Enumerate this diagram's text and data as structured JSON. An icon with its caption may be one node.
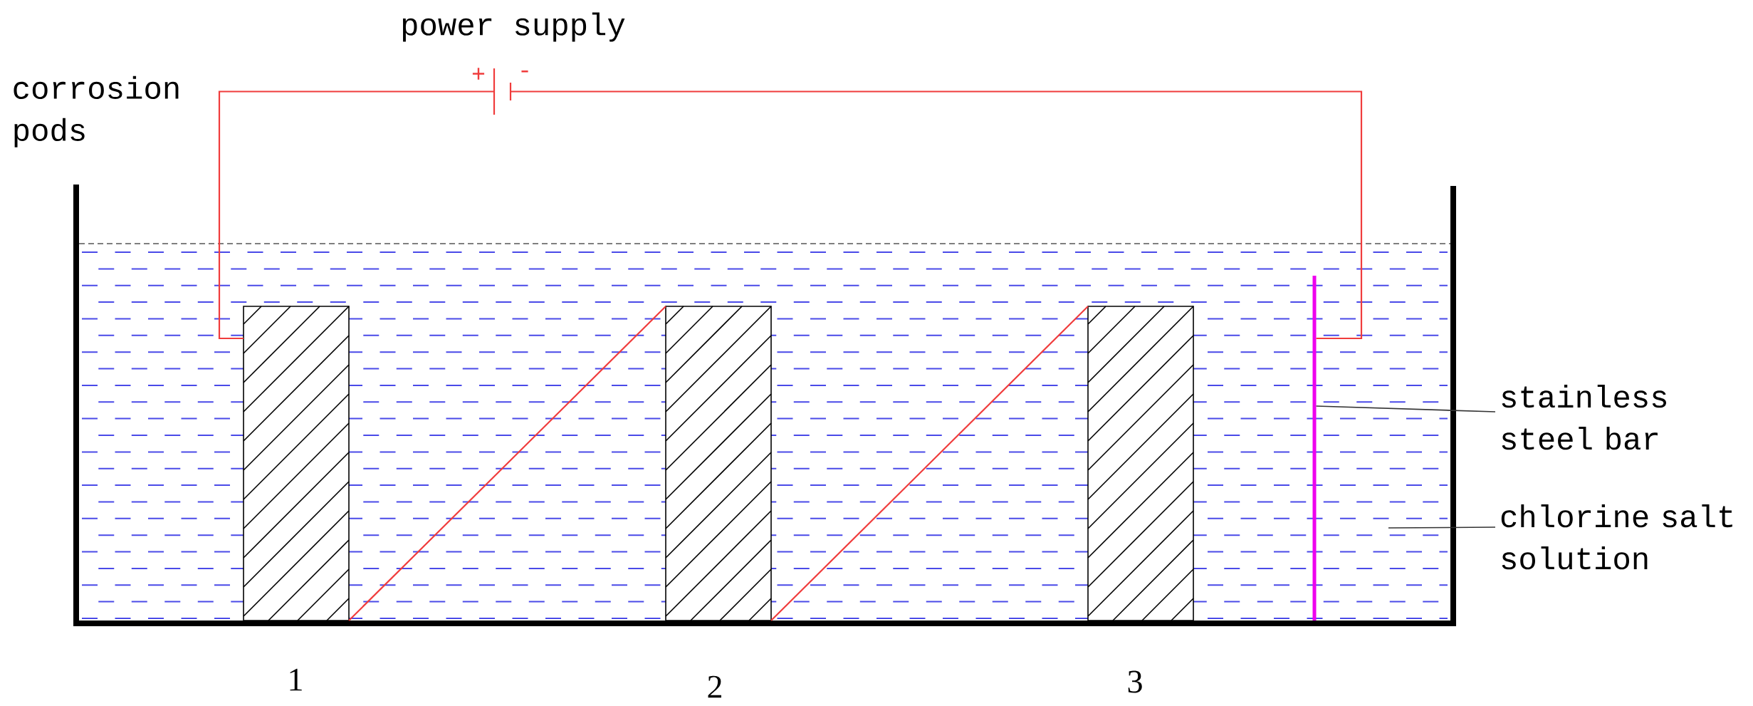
{
  "diagram": {
    "nodes": [
      {
        "text": [
          "power supply",
          "+",
          "-"
        ]
      },
      {
        "text": [],
        "shape": "box"
      },
      {
        "text": [],
        "shape": "box",
        "in": 1,
        "beside": [
          "1"
        ]
      },
      {
        "text": [],
        "shape": "box",
        "in": 1,
        "beside": [
          "2"
        ]
      },
      {
        "text": [],
        "shape": "box",
        "in": 1,
        "beside": [
          "3"
        ]
      },
      {
        "text": [],
        "shape": "bar",
        "in": 1
      },
      {
        "text": [
          "stainless steel bar"
        ]
      },
      {
        "text": [
          "chlorine salt solution"
        ]
      }
    ],
    "edges": [
      {
        "from": 0,
        "to": 2,
        "arrow": "none"
      },
      {
        "from": 2,
        "to": 3,
        "arrow": "none"
      },
      {
        "from": 3,
        "to": 4,
        "arrow": "none"
      },
      {
        "from": 0,
        "to": 5,
        "arrow": "none"
      },
      {
        "from": 6,
        "to": 5,
        "arrow": "none",
        "color": "#333333"
      },
      {
        "from": 7,
        "to": 1,
        "arrow": "none",
        "color": "#333333"
      }
    ],
    "labels": [
      "corrosion pods"
    ]
  }
}
